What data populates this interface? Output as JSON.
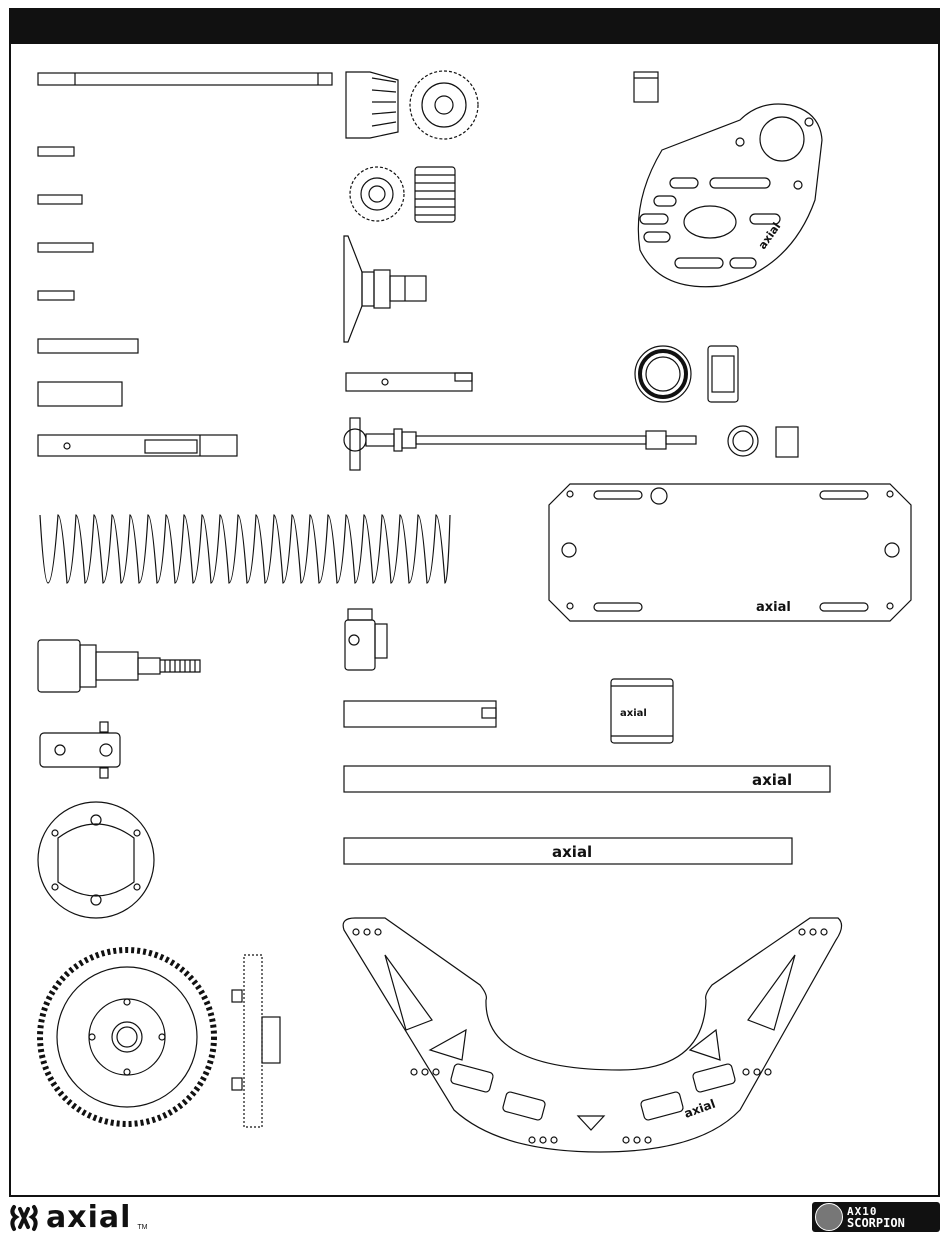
{
  "page": {
    "brand_name": "axial",
    "trademark": "TM",
    "product_line1": "AX10",
    "product_line2": "SCORPION",
    "part_logo_text": "axial"
  },
  "colors": {
    "ink": "#111111",
    "paper": "#ffffff"
  },
  "icons": [
    "axial-logo-icon",
    "scorpion-emblem-icon"
  ]
}
